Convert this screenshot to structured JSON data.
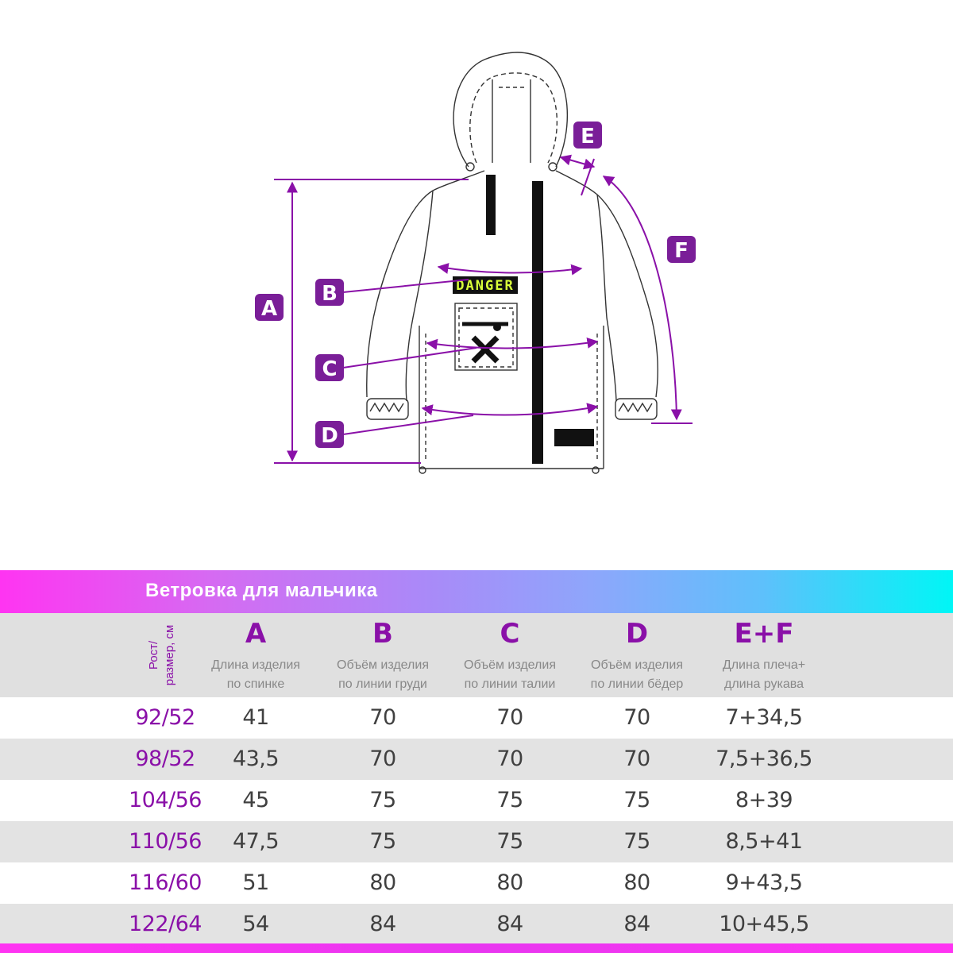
{
  "diagram": {
    "tags": {
      "a": "A",
      "b": "B",
      "c": "C",
      "d": "D",
      "e": "E",
      "f": "F"
    },
    "danger_patch": "DANGER",
    "tag_color": "#7a1e98",
    "line_color": "#8a10a8"
  },
  "banner": {
    "title": "Ветровка для мальчика"
  },
  "table": {
    "size_header": [
      "Рост/",
      "размер, см"
    ],
    "columns": [
      {
        "letter": "A",
        "desc": [
          "Длина изделия",
          "по спинке"
        ]
      },
      {
        "letter": "B",
        "desc": [
          "Объём изделия",
          "по линии груди"
        ]
      },
      {
        "letter": "C",
        "desc": [
          "Объём изделия",
          "по линии талии"
        ]
      },
      {
        "letter": "D",
        "desc": [
          "Объём изделия",
          "по линии бёдер"
        ]
      },
      {
        "letter": "E+F",
        "desc": [
          "Длина плеча+",
          "длина рукава"
        ]
      }
    ],
    "rows": [
      {
        "size": "92/52",
        "a": "41",
        "b": "70",
        "c": "70",
        "d": "70",
        "ef": "7+34,5"
      },
      {
        "size": "98/52",
        "a": "43,5",
        "b": "70",
        "c": "70",
        "d": "70",
        "ef": "7,5+36,5"
      },
      {
        "size": "104/56",
        "a": "45",
        "b": "75",
        "c": "75",
        "d": "75",
        "ef": "8+39"
      },
      {
        "size": "110/56",
        "a": "47,5",
        "b": "75",
        "c": "75",
        "d": "75",
        "ef": "8,5+41"
      },
      {
        "size": "116/60",
        "a": "51",
        "b": "80",
        "c": "80",
        "d": "80",
        "ef": "9+43,5"
      },
      {
        "size": "122/64",
        "a": "54",
        "b": "84",
        "c": "84",
        "d": "84",
        "ef": "10+45,5"
      }
    ]
  }
}
